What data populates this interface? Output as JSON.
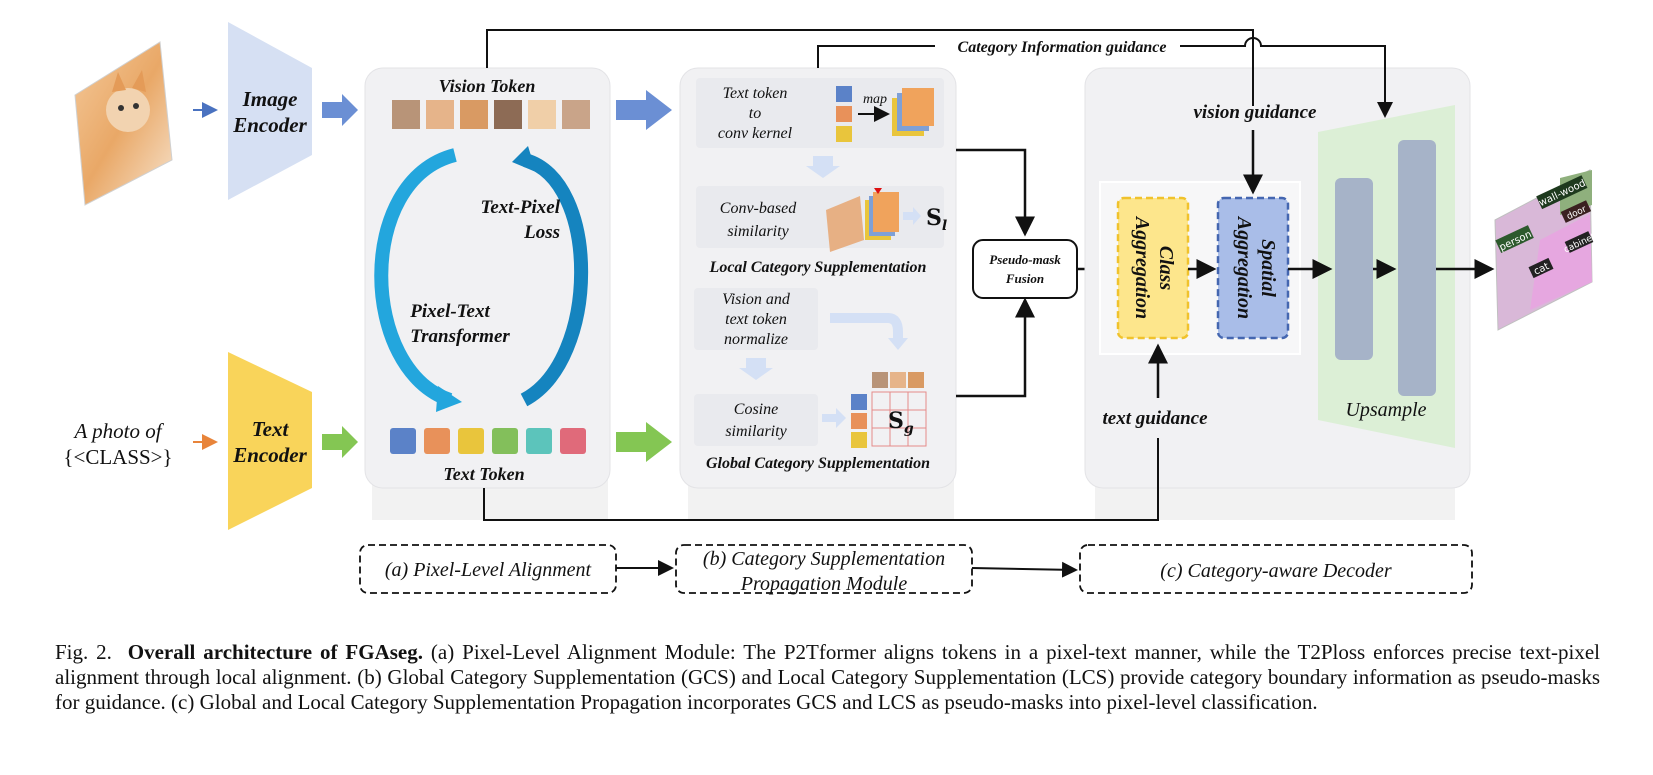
{
  "input_image": {
    "alt": "cat photo"
  },
  "input_text": {
    "line1": "A photo of",
    "line2": "{<CLASS>}"
  },
  "image_encoder": {
    "line1": "Image",
    "line2": "Encoder"
  },
  "text_encoder": {
    "line1": "Text",
    "line2": "Encoder"
  },
  "panel_a": {
    "vision_token": "Vision Token",
    "text_token": "Text Token",
    "text_pixel_loss": {
      "line1": "Text-Pixel",
      "line2": "Loss"
    },
    "pixel_text_transformer": {
      "line1": "Pixel-Text",
      "line2": "Transformer"
    },
    "token_colors": [
      "#5b82c8",
      "#e8915a",
      "#e9c53c",
      "#83bf5b",
      "#5cc4bb",
      "#e06a7a"
    ]
  },
  "panel_b": {
    "text_to_kernel": {
      "line1": "Text token",
      "line2": "to",
      "line3": "conv kernel"
    },
    "map_label": "map",
    "conv_similarity": {
      "line1": "Conv-based",
      "line2": "similarity"
    },
    "s_local": {
      "main": "S",
      "sub": "l"
    },
    "local_title": "Local Category Supplementation",
    "normalize": {
      "line1": "Vision and",
      "line2": "text token",
      "line3": "normalize"
    },
    "cosine": {
      "line1": "Cosine",
      "line2": "similarity"
    },
    "s_global": {
      "main": "S",
      "sub": "g"
    },
    "global_title": "Global Category Supplementation"
  },
  "category_info_guidance": "Category Information guidance",
  "pseudo_mask_fusion": {
    "line1": "Pseudo-mask",
    "line2": "Fusion"
  },
  "panel_c": {
    "vision_guidance": "vision guidance",
    "text_guidance": "text guidance",
    "class_aggregation": {
      "line1": "Class",
      "line2": "Aggregation"
    },
    "spatial_aggregation": {
      "line1": "Spatial",
      "line2": "Aggregation"
    },
    "upsample": "Upsample"
  },
  "output_labels": [
    "person",
    "wall-wood",
    "door",
    "cabinet",
    "cat"
  ],
  "module_labels": {
    "a": {
      "prefix": "(a)",
      "name": "Pixel-Level Alignment"
    },
    "b": {
      "prefix": "(b)",
      "line1": "Category Supplementation",
      "line2": "Propagation Module"
    },
    "c": {
      "prefix": "(c)",
      "name": "Category-aware Decoder"
    }
  },
  "caption": {
    "fig": "Fig. 2.",
    "title": "Overall architecture of FGAseg.",
    "body": "(a) Pixel-Level Alignment Module: The P2Tformer aligns tokens in a pixel-text manner, while the T2Ploss enforces precise text-pixel alignment through local alignment. (b) Global Category Supplementation (GCS) and Local Category Supplementation (LCS) provide category boundary information as pseudo-masks for guidance. (c) Global and Local Category Supplementation Propagation incorporates GCS and LCS as pseudo-masks into pixel-level classification."
  },
  "colors": {
    "image_encoder": "#d6e0f3",
    "text_encoder": "#f9d45a",
    "upsample": "#dcefd6",
    "class_aggregation": "#fde68c",
    "spatial_aggregation": "#a9bde8",
    "blue_arrow": "#6b8fd4",
    "green_arrow": "#84c653",
    "cyan_arrow": "#23a6dd"
  }
}
